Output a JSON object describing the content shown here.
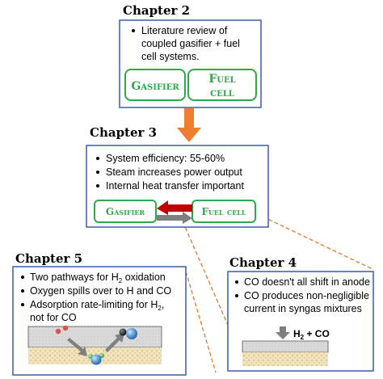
{
  "chapters": {
    "ch2": {
      "title": "Chapter 2",
      "bullets": [
        "Literature review of",
        "coupled gasifier + fuel",
        "cell systems."
      ],
      "gasifier_label": "Gasifier",
      "fuel_label_1": "Fuel",
      "fuel_label_2": "cell"
    },
    "ch3": {
      "title": "Chapter 3",
      "bullets": [
        "System efficiency: 55-60%",
        "Steam increases power output",
        "Internal heat transfer important"
      ],
      "gasifier_label": "Gasifier",
      "fuel_label": "Fuel cell"
    },
    "ch5": {
      "title": "Chapter 5",
      "bullet1": "Two pathways for H",
      "bullet1_sub": "2",
      "bullet1_end": " oxidation",
      "bullet2": "Oxygen spills over to H and CO",
      "bullet3": "Adsorption rate-limiting for H",
      "bullet3_sub": "2",
      "bullet3_end": ",",
      "bullet3_line2": "not for CO"
    },
    "ch4": {
      "title": "Chapter 4",
      "bullets": [
        "CO doesn't all shift in anode",
        "CO produces non-negligible",
        "current in syngas mixtures"
      ],
      "gas_label": "H",
      "gas_sub": "2",
      "gas_end": " + CO"
    }
  },
  "colors": {
    "box_border": "#3b5ba5",
    "green": "#2fa84a",
    "orange_arrow": "#ed7d31",
    "dashed_orange": "#e07a2a",
    "red_arrow": "#c00000",
    "grey_arrow": "#7f7f7f",
    "sand": "#f2e2b6"
  }
}
